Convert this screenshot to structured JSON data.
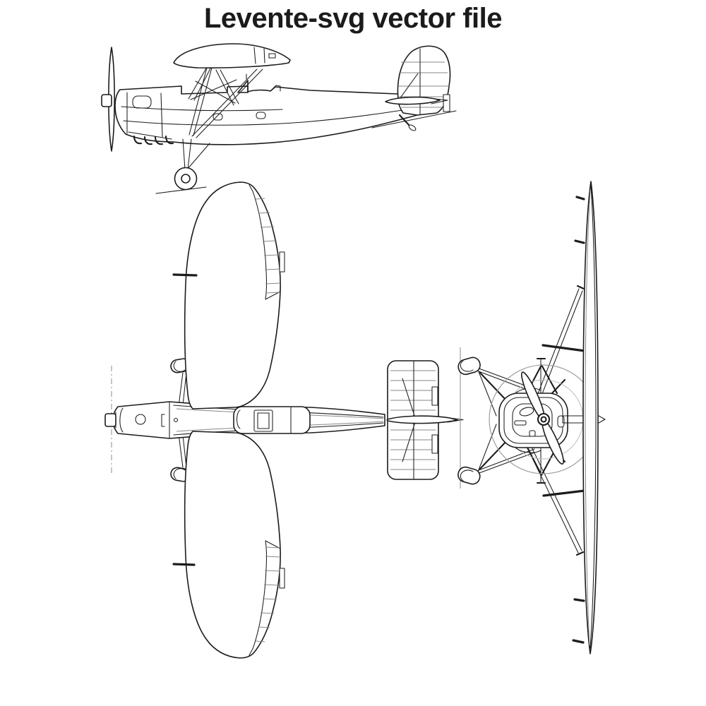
{
  "title": "Levente-svg vector file",
  "colors": {
    "background": "#ffffff",
    "ink": "#1c1c1c",
    "reference_line": "#9e9e9e"
  },
  "figure": {
    "alt": "Black-and-white three-view technical line drawing of the Levente parasol-wing aircraft",
    "views": [
      {
        "id": "side-view",
        "label": "side view"
      },
      {
        "id": "top-view",
        "label": "top (plan) view"
      },
      {
        "id": "front-view",
        "label": "front view"
      }
    ]
  }
}
